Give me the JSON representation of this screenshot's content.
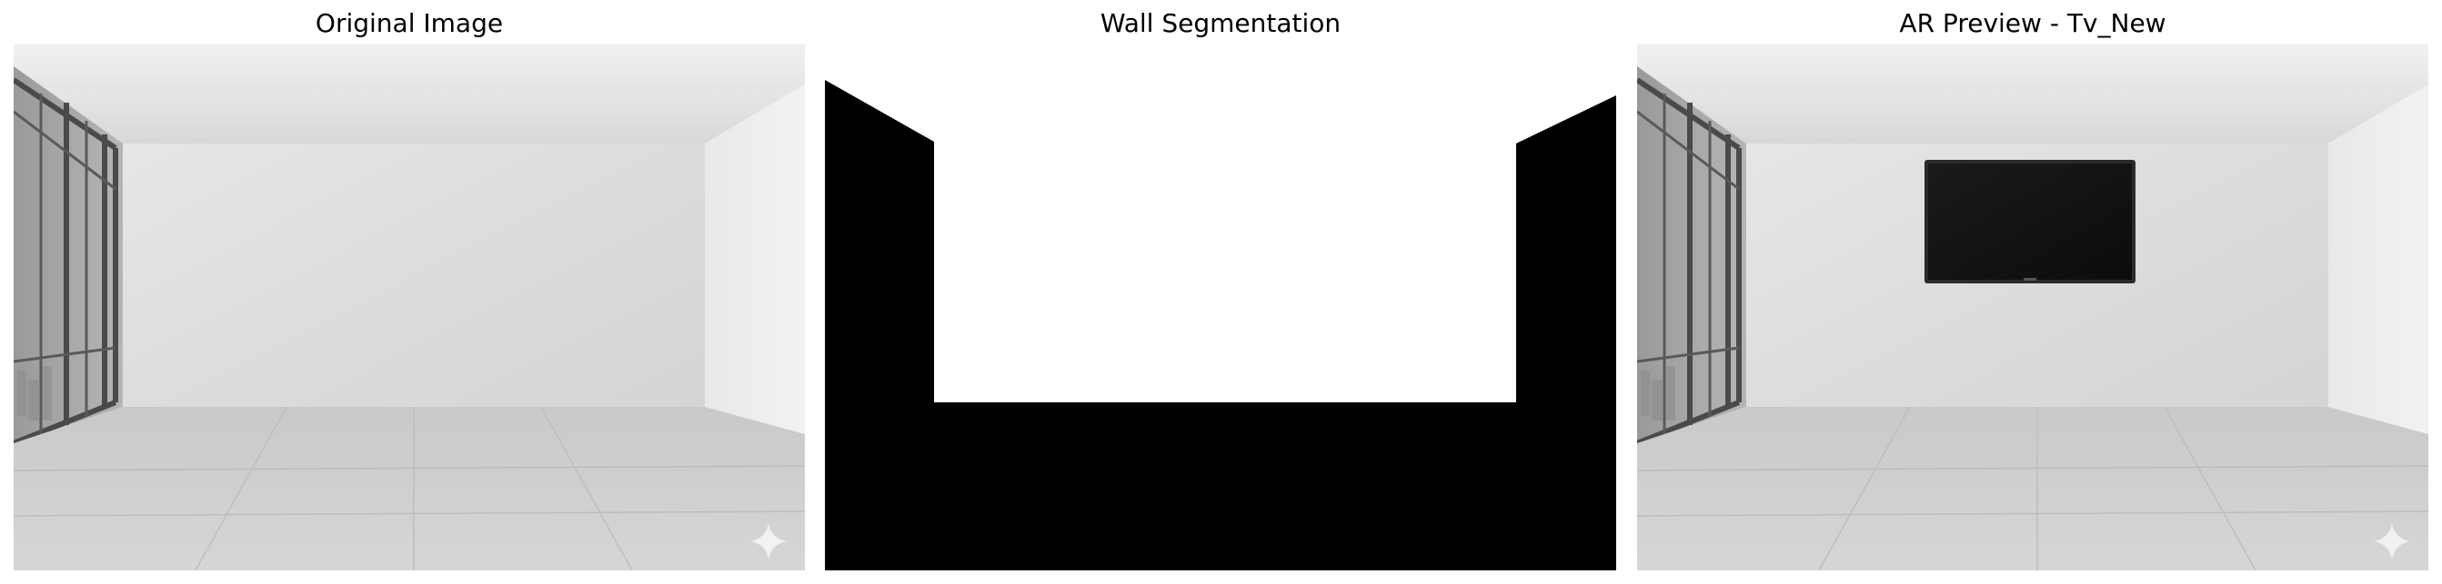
{
  "figure": {
    "panels": [
      {
        "id": "original",
        "title": "Original Image"
      },
      {
        "id": "segmentation",
        "title": "Wall Segmentation"
      },
      {
        "id": "ar_preview",
        "title": "AR Preview - Tv_New"
      }
    ]
  },
  "colors": {
    "background": "#ffffff",
    "mask_wall": "#ffffff",
    "mask_background": "#000000",
    "tv_screen": "#111111"
  }
}
